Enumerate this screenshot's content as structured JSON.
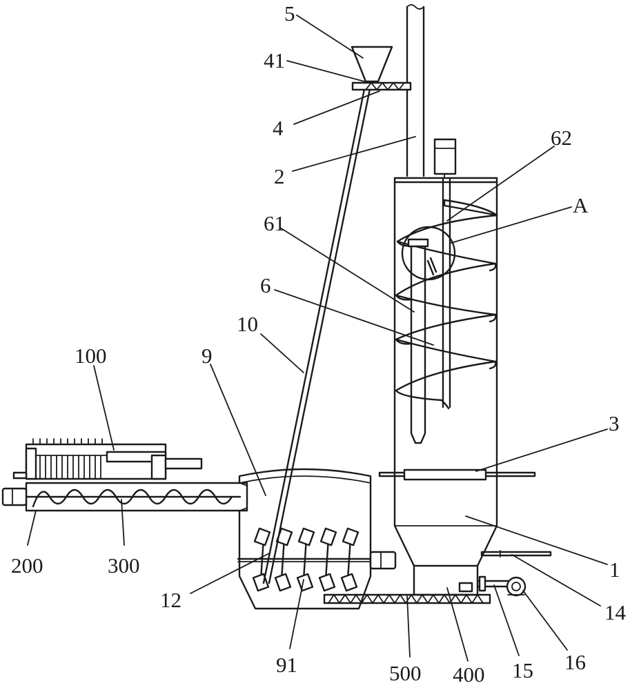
{
  "labels": {
    "l5": "5",
    "l41": "41",
    "l4": "4",
    "l2": "2",
    "l62": "62",
    "lA": "A",
    "l61": "61",
    "l6": "6",
    "l10": "10",
    "l9": "9",
    "l100": "100",
    "l3": "3",
    "l200": "200",
    "l300": "300",
    "l1": "1",
    "l12": "12",
    "l14": "14",
    "l91": "91",
    "l500": "500",
    "l400": "400",
    "l15": "15",
    "l16": "16"
  },
  "colors": {
    "line": "#1a1a1a",
    "background": "#ffffff"
  }
}
